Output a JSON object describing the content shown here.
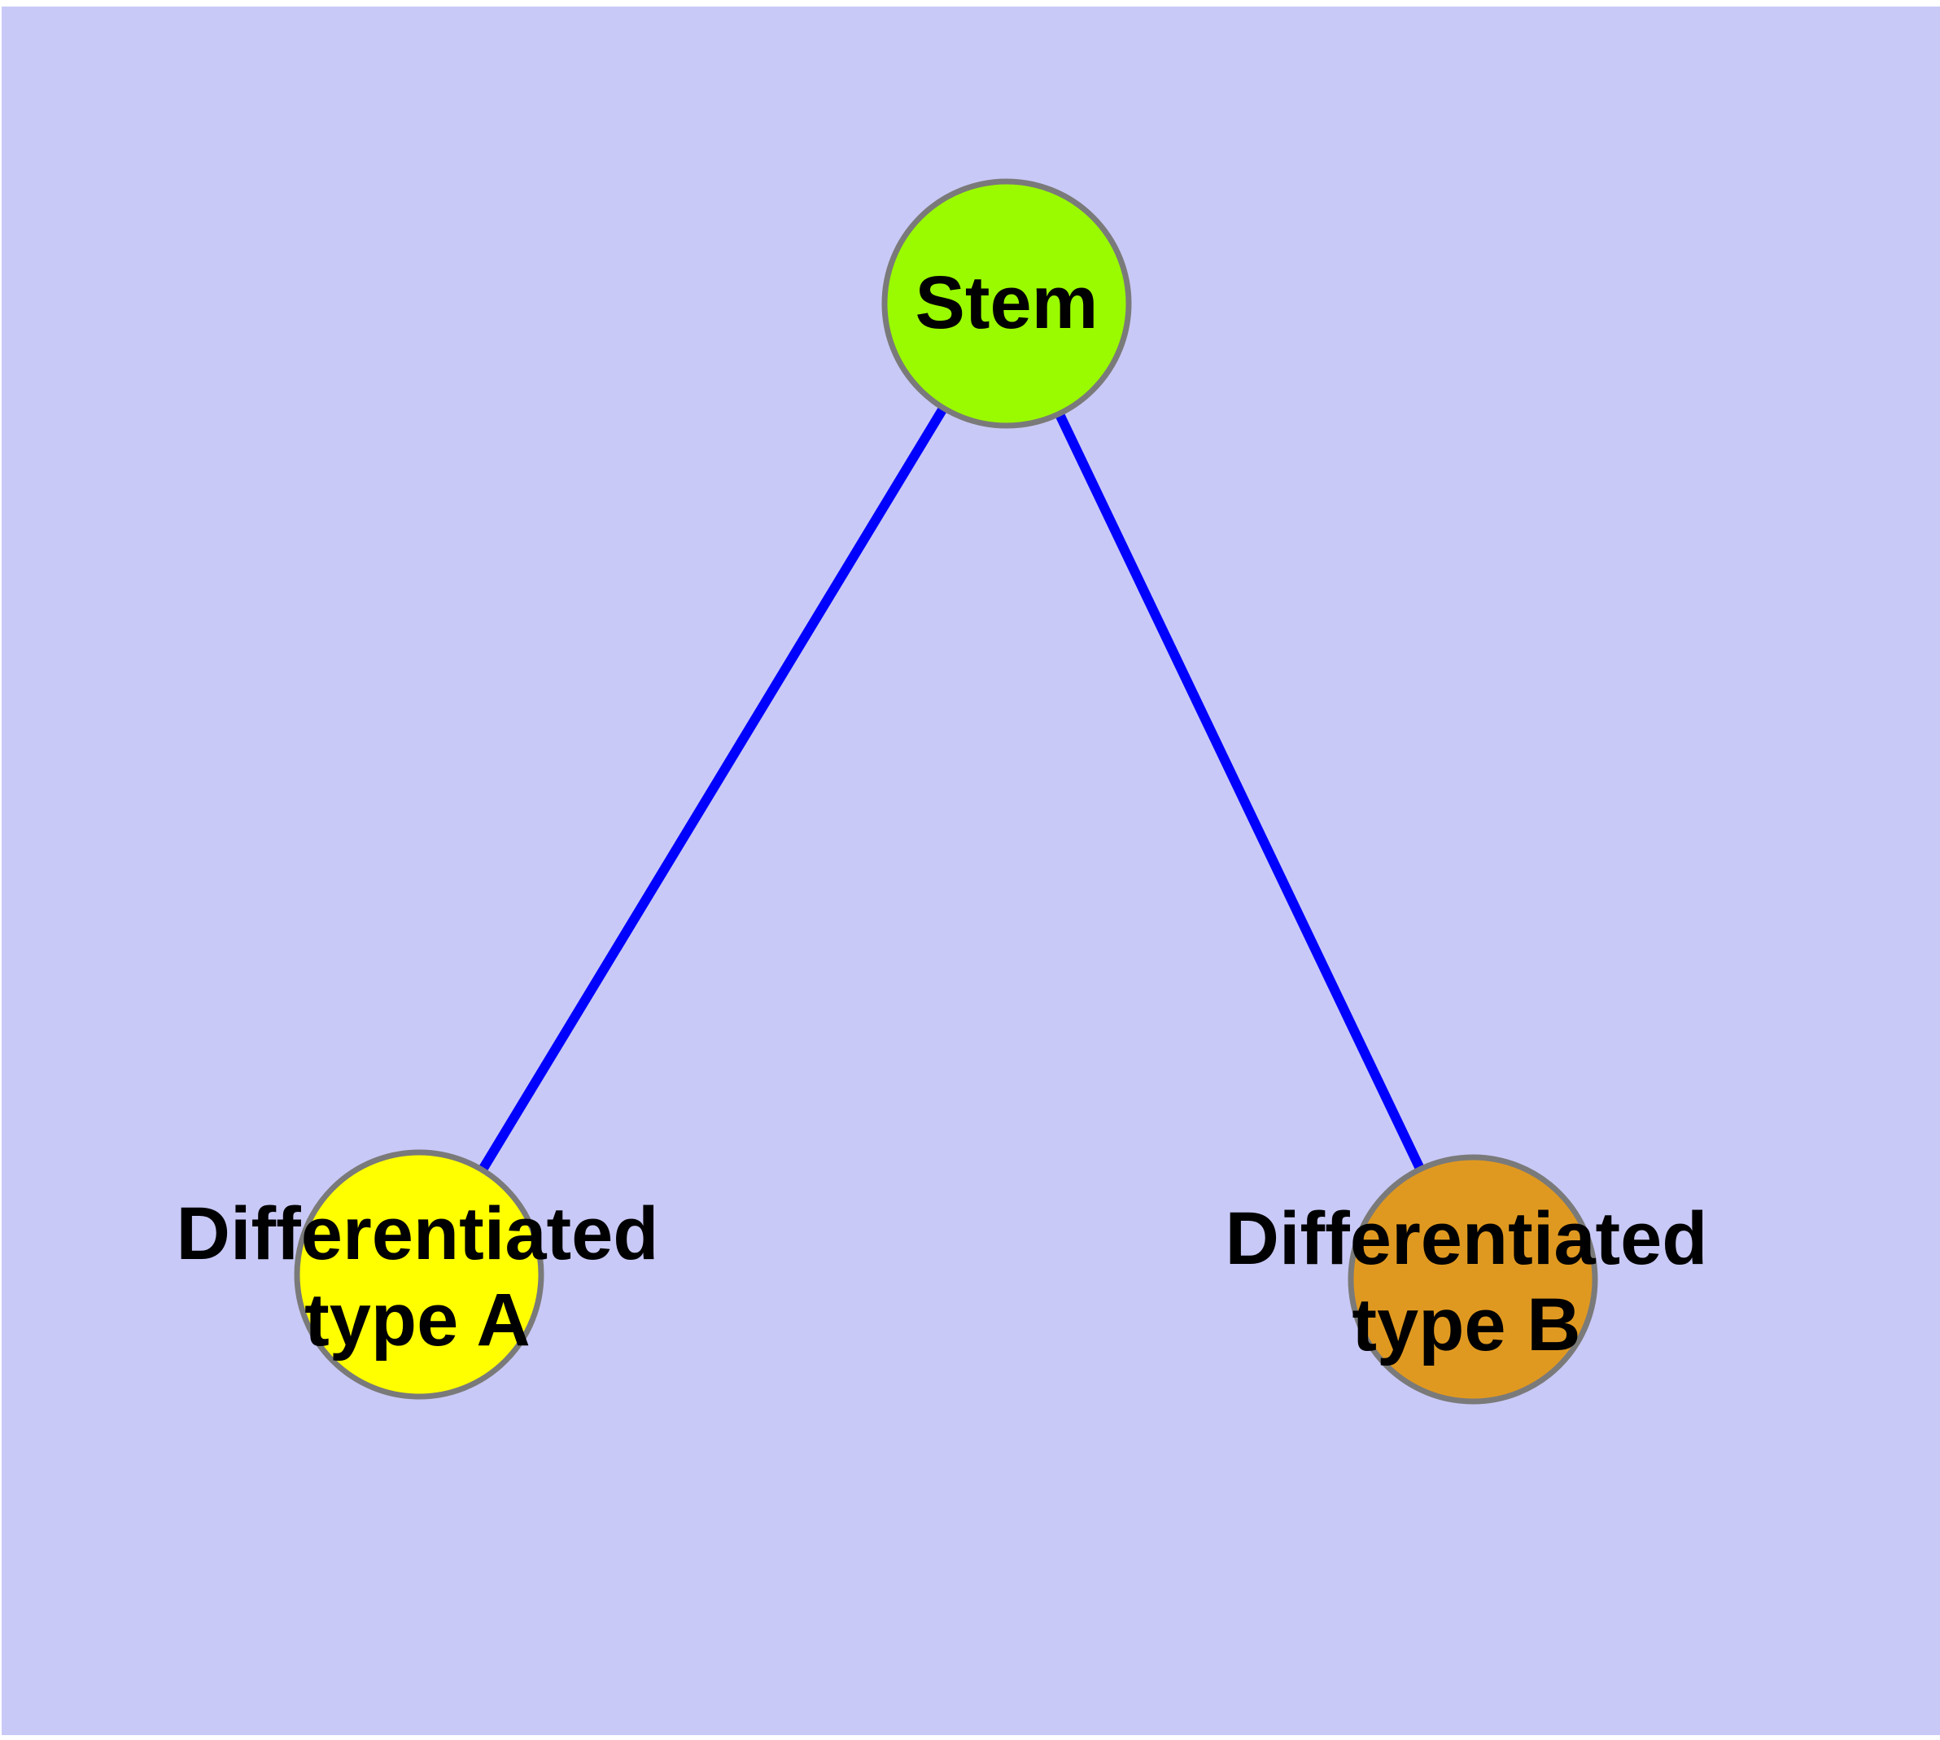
{
  "diagram": {
    "background_color": "#C9C9F7",
    "edge_color": "#0000FF",
    "node_border_color": "#7A7A7A",
    "label_color": "#000000",
    "nodes": [
      {
        "id": "stem",
        "label": "Stem",
        "fill": "#9AFA00"
      },
      {
        "id": "differentiated-type-a",
        "label": "Differentiated\ntype A",
        "fill": "#FFFF00"
      },
      {
        "id": "differentiated-type-b",
        "label": "Differentiated\ntype B",
        "fill": "#E09920"
      }
    ],
    "edges": [
      {
        "from": "stem",
        "to": "differentiated-type-a"
      },
      {
        "from": "stem",
        "to": "differentiated-type-b"
      }
    ]
  }
}
